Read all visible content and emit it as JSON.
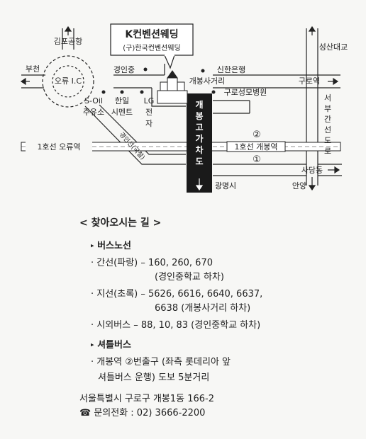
{
  "map": {
    "venue_name": "K컨벤션웨딩",
    "venue_subname": "(구)한국컨벤션웨딩",
    "labels": {
      "gimpo_airport": "김포공항",
      "bucheon": "부천",
      "oryu_ic": "오류 I.C",
      "gyeongin_st": "경인중",
      "shinhan_bank": "신한은행",
      "gaebong_crossroad": "개봉사거리",
      "s_oil_1": "S-Oil",
      "s_oil_2": "주유소",
      "hanil_1": "한일",
      "hanil_2": "시멘트",
      "lg_1": "LG",
      "lg_2": "전",
      "lg_3": "자",
      "guro_hospital": "구로성모병원",
      "seongsan_bridge": "성산대교",
      "guro_station": "구로역",
      "seobu_1": "서",
      "seobu_2": "부",
      "seobu_3": "간",
      "seobu_4": "선",
      "seobu_5": "도",
      "seobu_6": "로",
      "overpass_1": "개",
      "overpass_2": "봉",
      "overpass_3": "고",
      "overpass_4": "가",
      "overpass_5": "차",
      "overpass_6": "도",
      "line1_oryu": "1호선 오류역",
      "line1_gaebong": "1호선 개봉역",
      "exit_2": "②",
      "exit_1": "①",
      "gyeongin_rail": "경인선(국철)",
      "sadang": "사당동",
      "gwangmyeong": "광명시",
      "anyang": "안양"
    }
  },
  "directions": {
    "title": "< 찾아오시는 길 >",
    "bus": {
      "heading": "버스노선",
      "trunk_label": "· 간선(파랑) – 160, 260, 670",
      "trunk_stop": "(경인중학교 하차)",
      "branch_label": "· 지선(초록) – 5626, 6616, 6640, 6637,",
      "branch_cont": "6638 (개봉사거리 하차)",
      "intercity": "· 시외버스 – 88, 10, 83 (경인중학교 하차)"
    },
    "shuttle": {
      "heading": "셔틀버스",
      "line1": "· 개봉역 ②번출구 (좌측 롯데리아 앞",
      "line2": "셔틀버스 운행) 도보 5분거리"
    },
    "address": "서울특별시 구로구 개봉1동 166-2",
    "phone": "☎ 문의전화 : 02) 3666-2200"
  }
}
